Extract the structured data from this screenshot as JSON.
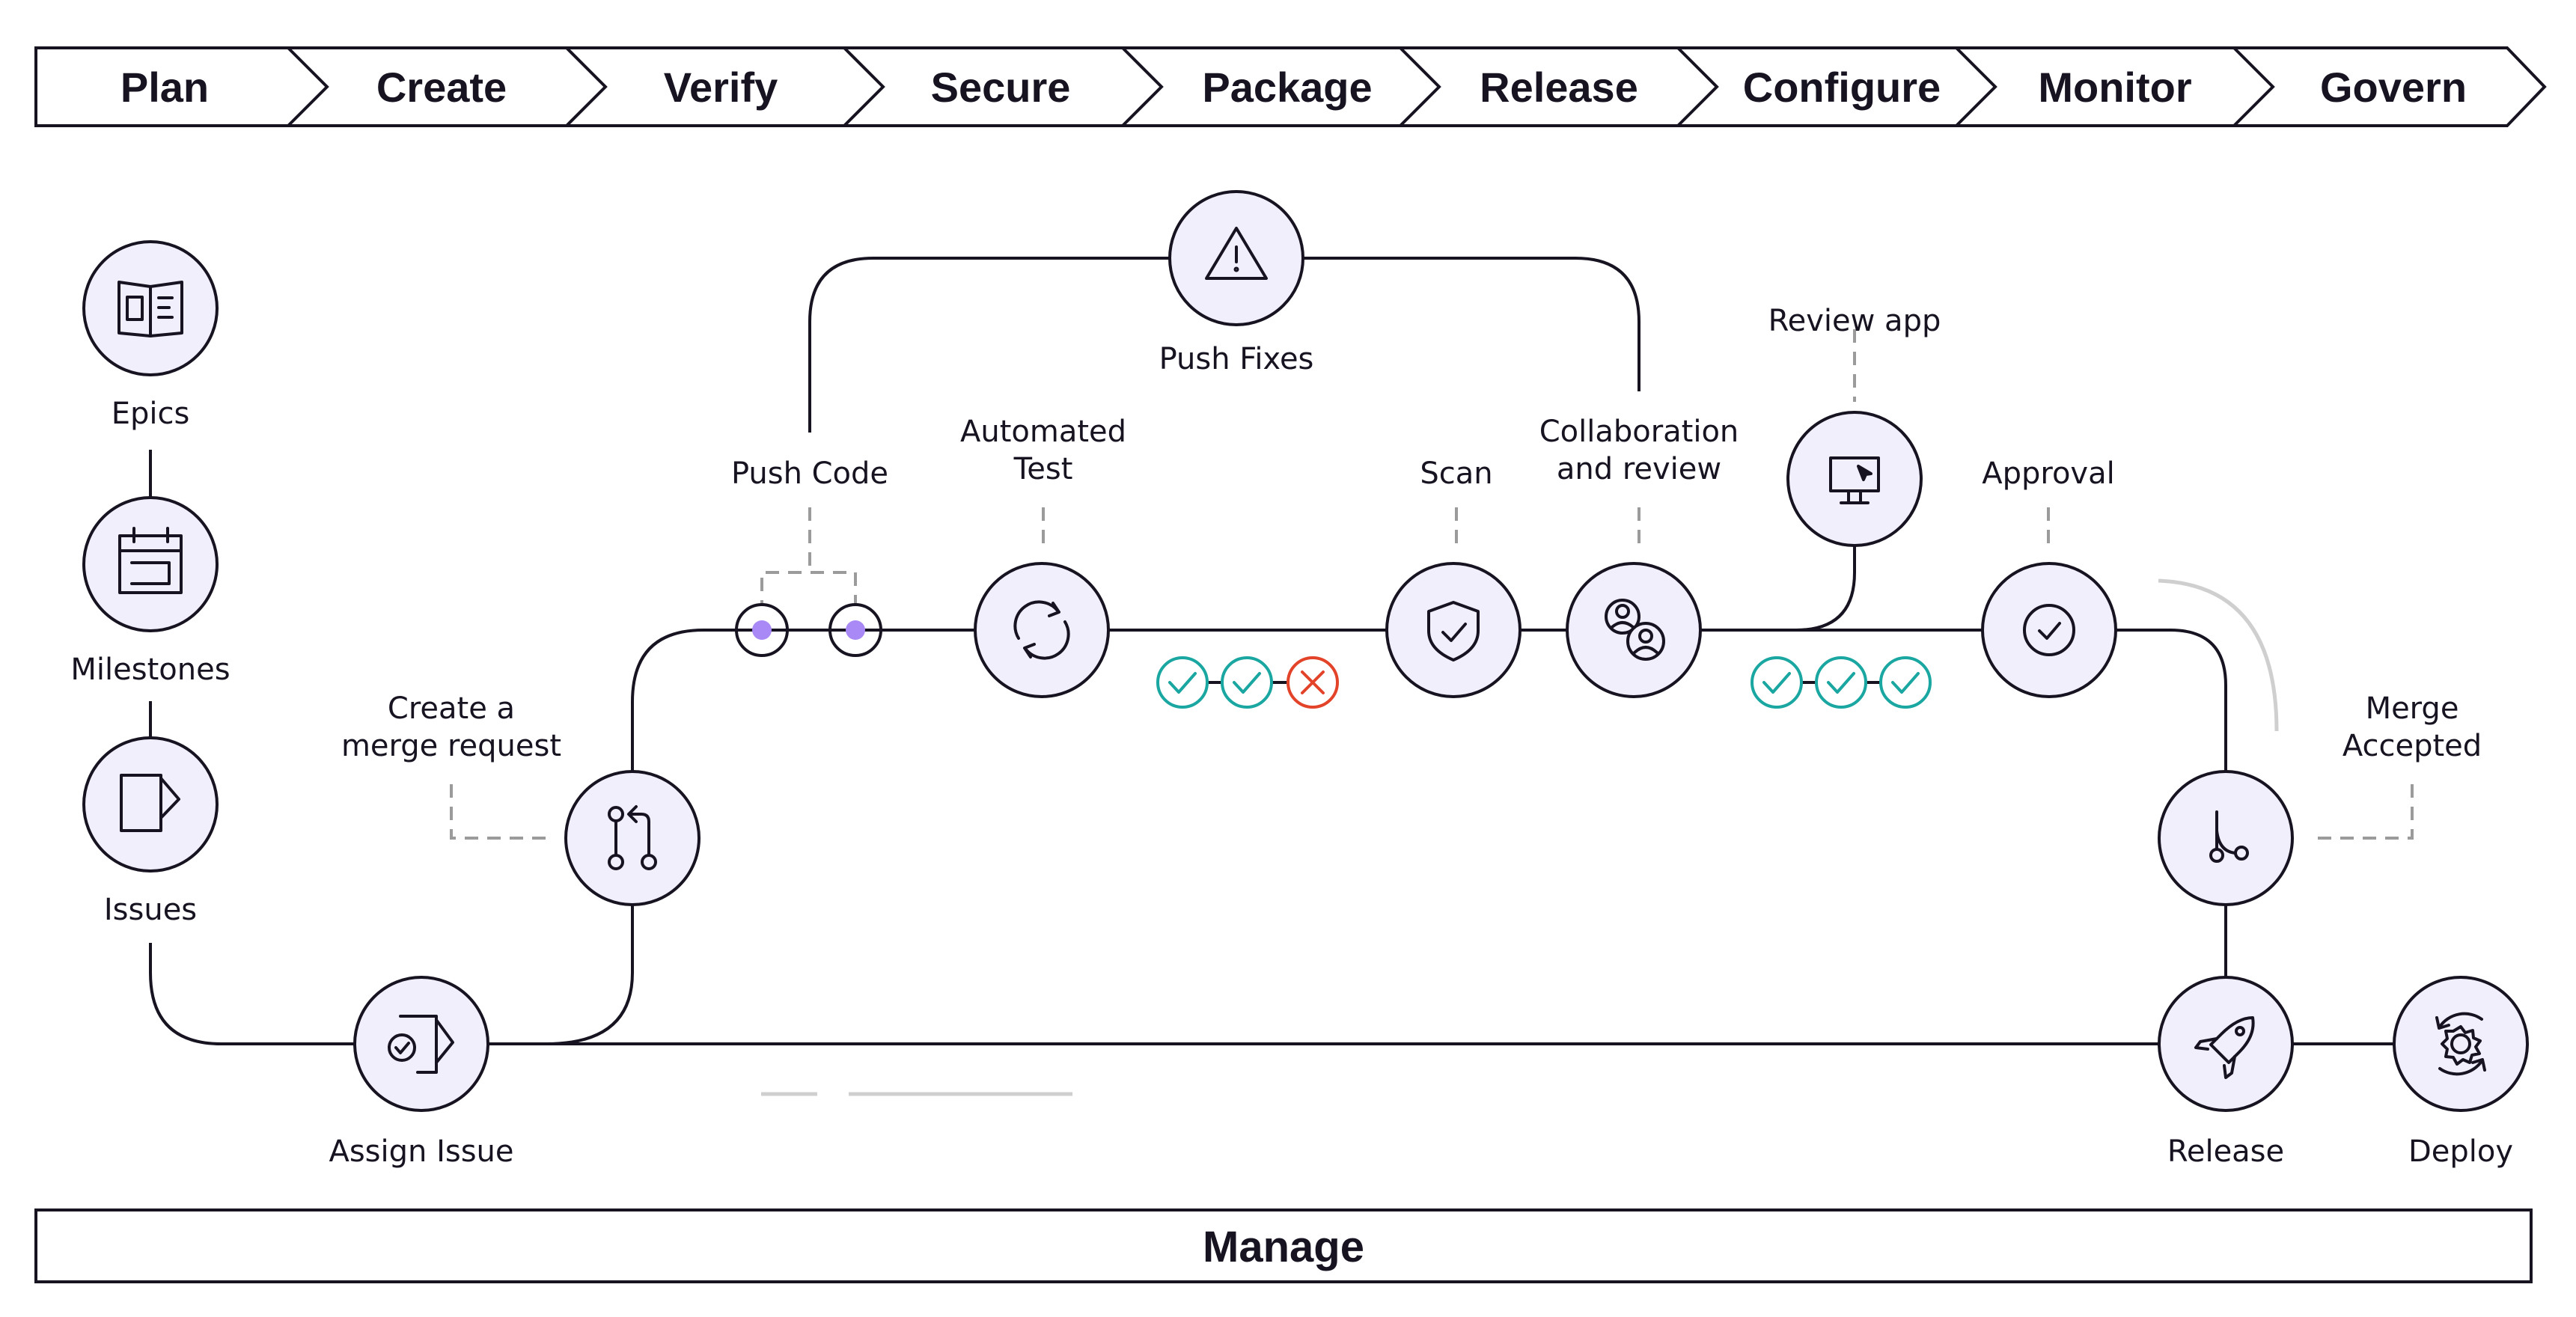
{
  "stages": [
    "Plan",
    "Create",
    "Verify",
    "Secure",
    "Package",
    "Release",
    "Configure",
    "Monitor",
    "Govern"
  ],
  "labels": {
    "epics": "Epics",
    "milestones": "Milestones",
    "issues": "Issues",
    "assign_issue": "Assign Issue",
    "create_mr_line1": "Create a",
    "create_mr_line2": "merge request",
    "push_code": "Push Code",
    "push_fixes": "Push Fixes",
    "automated_test_line1": "Automated",
    "automated_test_line2": "Test",
    "scan": "Scan",
    "collab_line1": "Collaboration",
    "collab_line2": "and review",
    "review_app": "Review app",
    "approval": "Approval",
    "merge_accepted_line1": "Merge",
    "merge_accepted_line2": "Accepted",
    "release": "Release",
    "deploy": "Deploy"
  },
  "icons": {
    "epics": "book-icon",
    "milestones": "calendar-icon",
    "issues": "issue-icon",
    "assign_issue": "issue-check-icon",
    "merge_request": "merge-request-icon",
    "push_fixes": "warning-icon",
    "automated_test": "refresh-icon",
    "scan": "shield-check-icon",
    "collaboration": "users-icon",
    "review_app": "monitor-icon",
    "approval": "check-circle-icon",
    "merge_accepted": "branch-merge-icon",
    "release": "rocket-icon",
    "deploy": "gear-cycle-icon"
  },
  "test_results": [
    "pass",
    "pass",
    "fail"
  ],
  "review_results": [
    "pass",
    "pass",
    "pass"
  ],
  "manage": "Manage",
  "colors": {
    "ink": "#171321",
    "node_fill": "#f2effc",
    "commit_dot": "#a989f5",
    "pass": "#1aa6a1",
    "fail": "#e24329",
    "dash": "#9b9b9b"
  }
}
